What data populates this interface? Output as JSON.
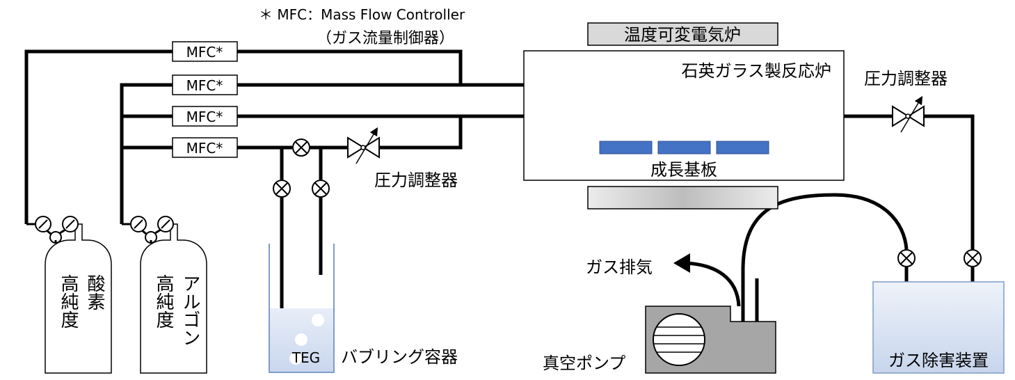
{
  "footnote": {
    "line1": "＊ MFC：Mass Flow Controller",
    "line2": "（ガス流量制御器）"
  },
  "mfc": {
    "labels": [
      "MFC*",
      "MFC*",
      "MFC*",
      "MFC*"
    ]
  },
  "furnace": {
    "heater_label": "温度可変電気炉",
    "reactor_label": "石英ガラス製反応炉",
    "substrate_label": "成長基板"
  },
  "pressure_regulators": {
    "left_label": "圧力調整器",
    "right_label": "圧力調整器"
  },
  "cylinders": {
    "oxygen": [
      "高純度",
      "酸素"
    ],
    "argon": [
      "高純度",
      "アルゴン"
    ]
  },
  "bubbler": {
    "content_label": "TEG",
    "container_label": "バブリング容器"
  },
  "pump": {
    "label": "真空ポンプ",
    "exhaust_label": "ガス排気"
  },
  "abatement": {
    "label": "ガス除害装置"
  },
  "colors": {
    "substrate": "#4472c4",
    "liquid": "#dce6f5",
    "abatement_fill": "#dbe5f3",
    "pump_fill": "#a6a6a6",
    "heater_fill": "#d9d9d9"
  }
}
